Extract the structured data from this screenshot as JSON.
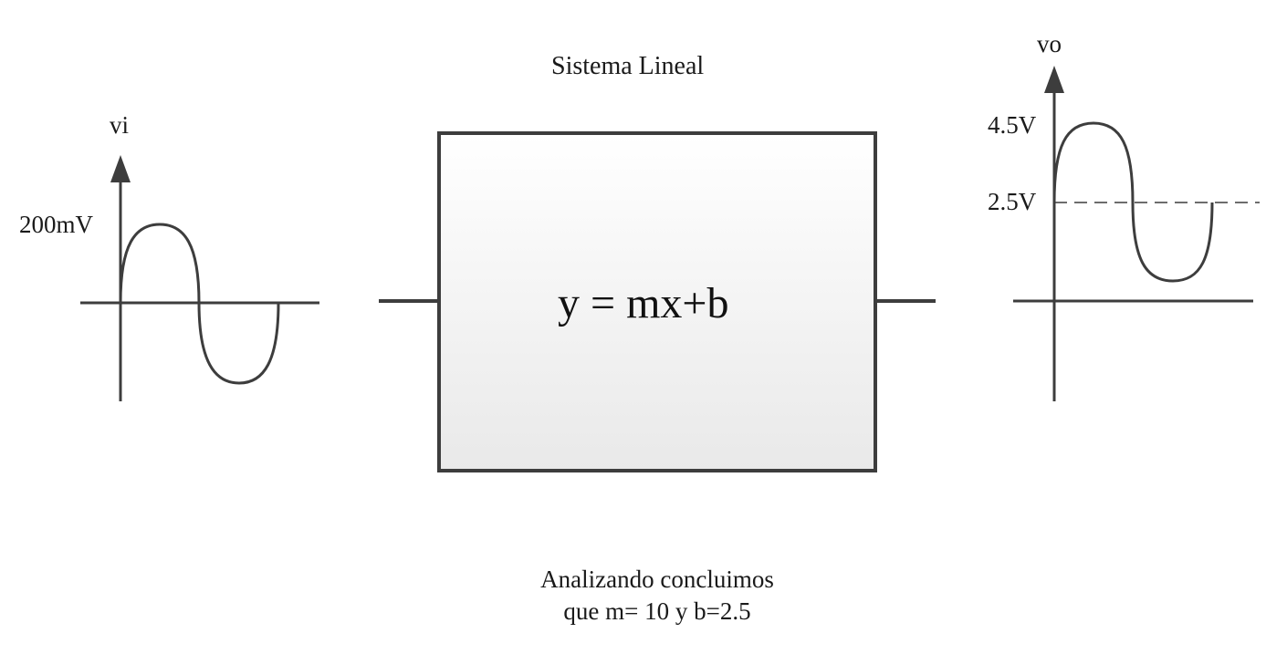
{
  "colors": {
    "stroke": "#3d3d3d",
    "box_fill_top": "#ffffff",
    "box_fill_bottom": "#e9e9e9",
    "text": "#1a1a1a"
  },
  "system": {
    "title": "Sistema Lineal",
    "equation": "y = mx+b"
  },
  "input_plot": {
    "axis_label": "vi",
    "amplitude_label": "200mV"
  },
  "output_plot": {
    "axis_label": "vo",
    "peak_label": "4.5V",
    "offset_label": "2.5V"
  },
  "conclusion": {
    "line1": "Analizando concluimos",
    "line2": "que m= 10 y b=2.5"
  }
}
